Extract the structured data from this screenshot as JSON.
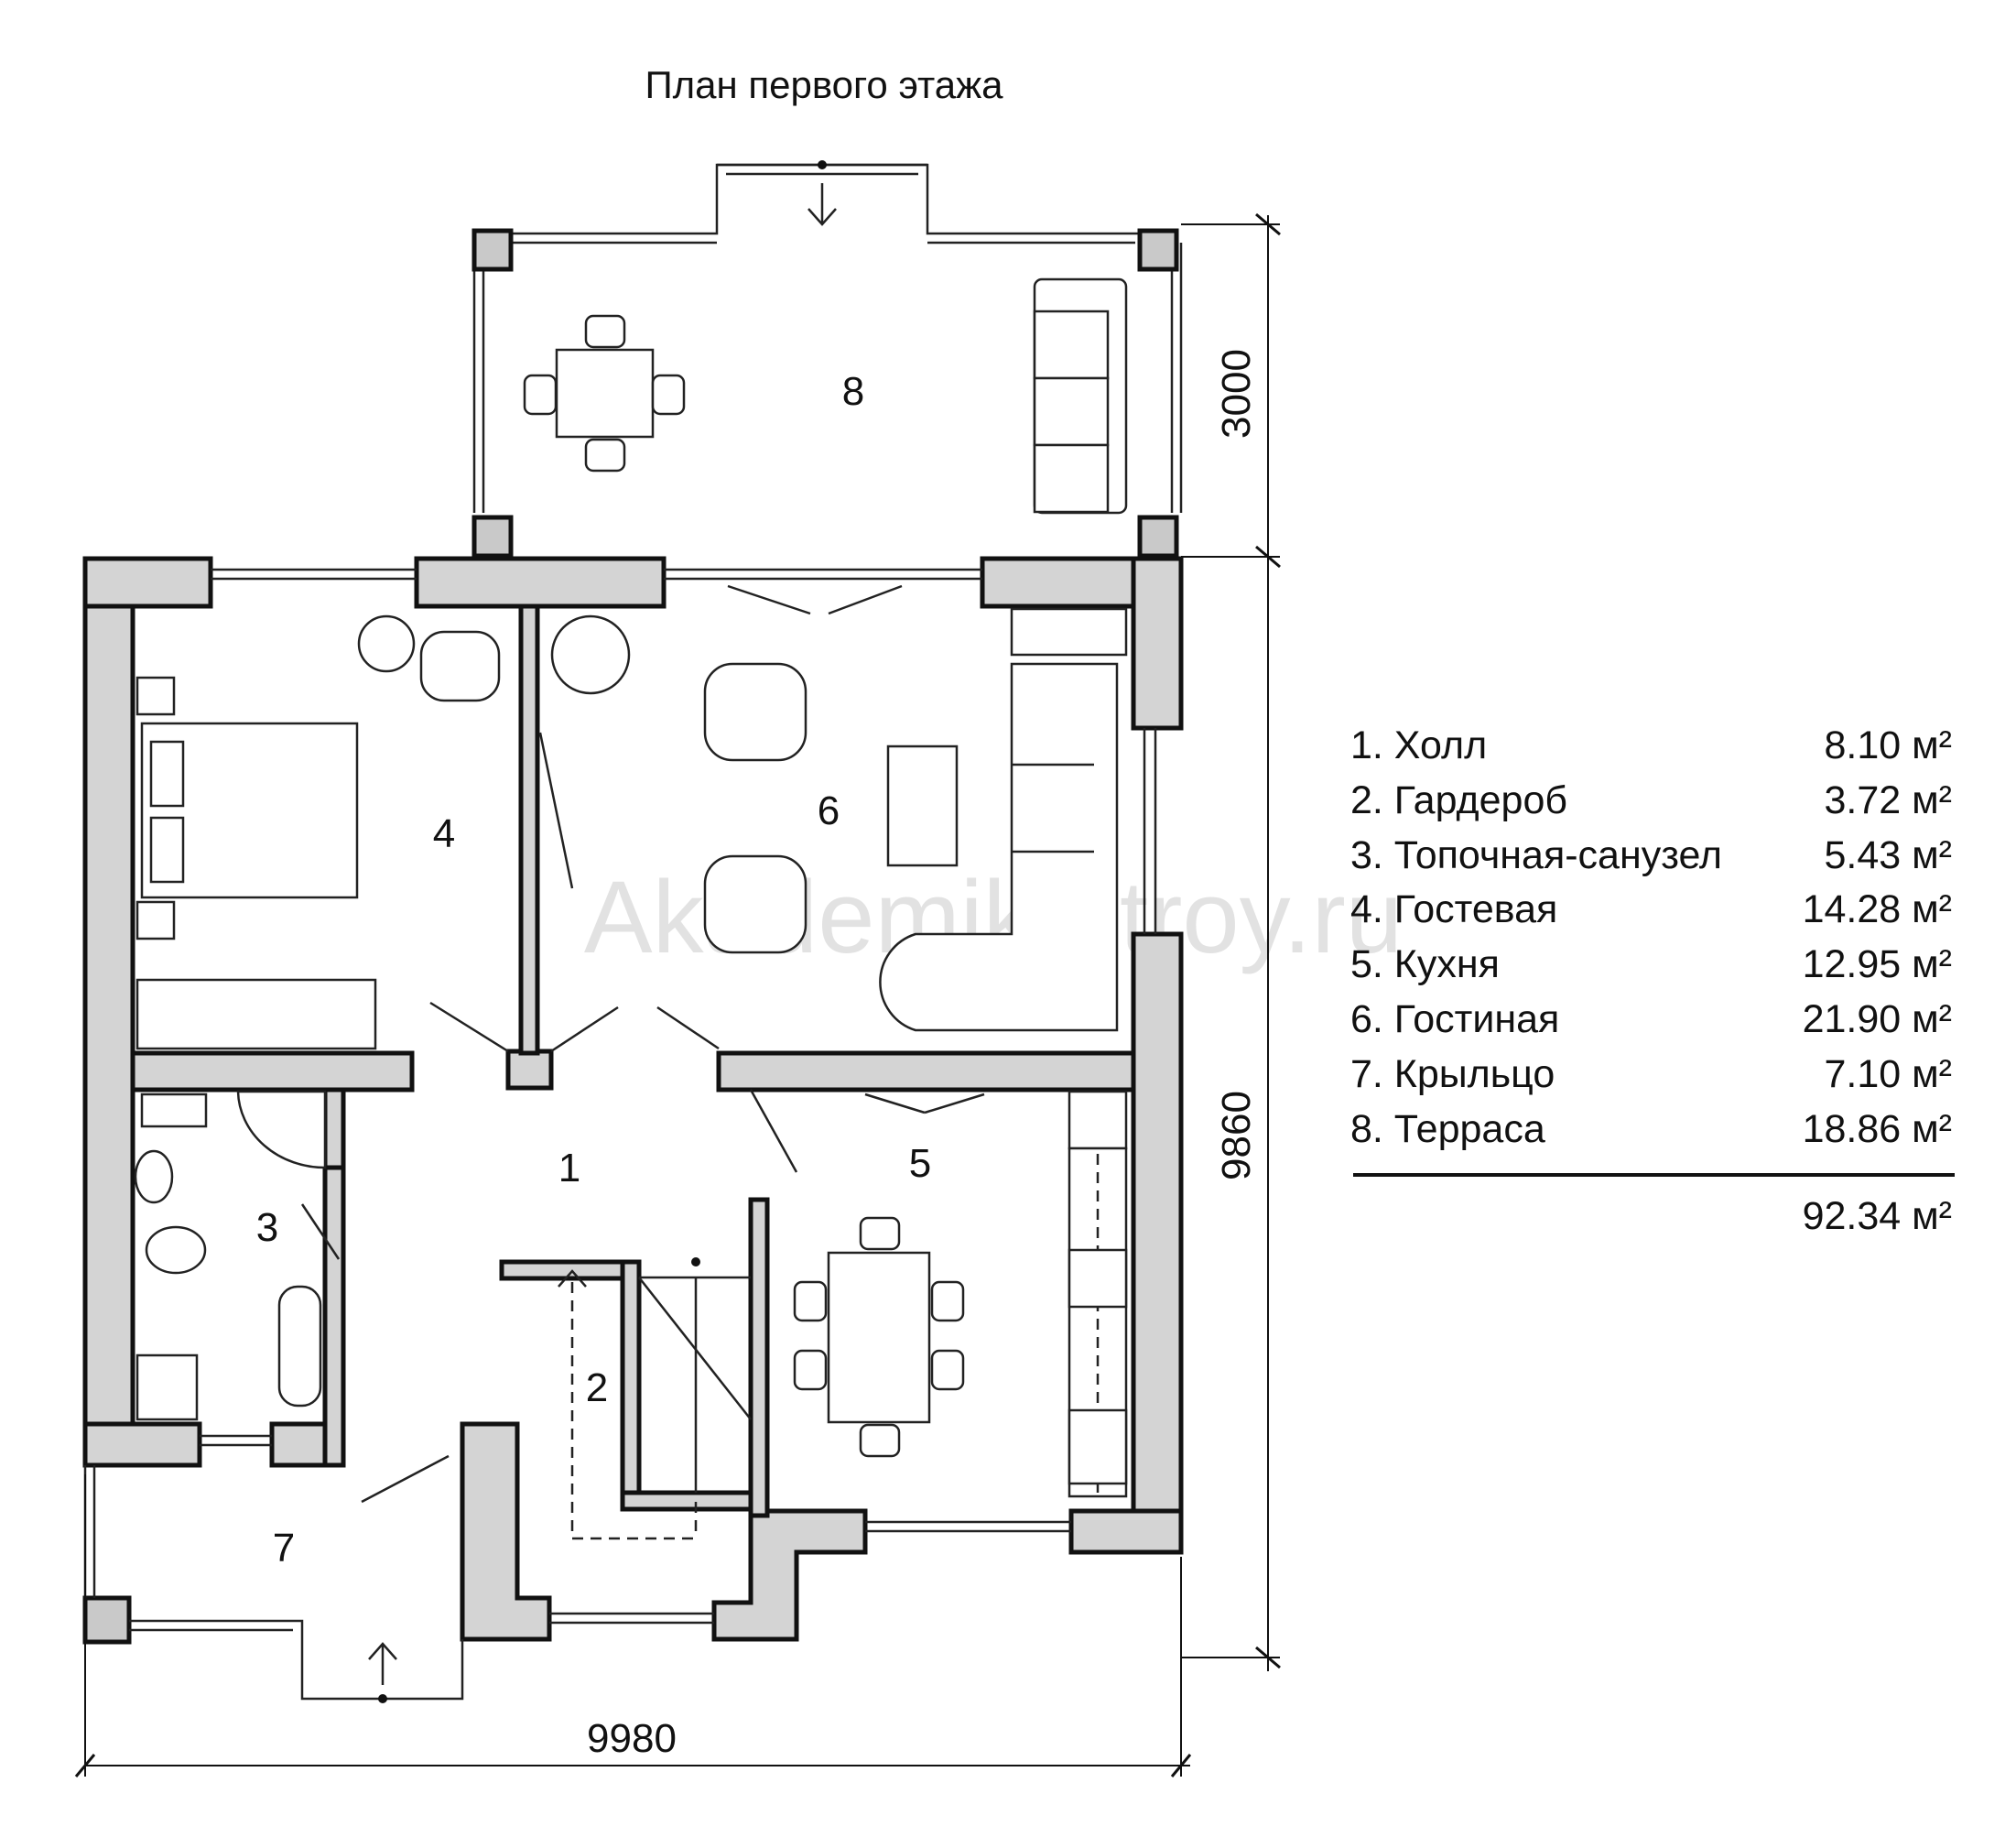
{
  "title": "План первого этажа",
  "watermark": "Akademik-stroy.ru",
  "dimensions": {
    "width_total": "9980",
    "depth_total": "9860",
    "terrace_depth": "3000"
  },
  "rooms": [
    {
      "num": "1",
      "name": "Холл",
      "area": "8.10 м²"
    },
    {
      "num": "2",
      "name": "Гардероб",
      "area": "3.72 м²"
    },
    {
      "num": "3",
      "name": "Топочная-санузел",
      "area": "5.43 м²"
    },
    {
      "num": "4",
      "name": "Гостевая",
      "area": "14.28 м²"
    },
    {
      "num": "5",
      "name": "Кухня",
      "area": "12.95 м²"
    },
    {
      "num": "6",
      "name": "Гостиная",
      "area": "21.90 м²"
    },
    {
      "num": "7",
      "name": "Крыльцо",
      "area": "7.10 м²"
    },
    {
      "num": "8",
      "name": "Терраса",
      "area": "18.86 м²"
    }
  ],
  "legend": [
    {
      "label": "1. Холл",
      "area": "8.10 м²"
    },
    {
      "label": "2. Гардероб",
      "area": "3.72 м²"
    },
    {
      "label": "3. Топочная-санузел",
      "area": "5.43 м²"
    },
    {
      "label": "4. Гостевая",
      "area": "14.28 м²"
    },
    {
      "label": "5. Кухня",
      "area": "12.95 м²"
    },
    {
      "label": "6. Гостиная",
      "area": "21.90 м²"
    },
    {
      "label": "7. Крыльцо",
      "area": "7.10 м²"
    },
    {
      "label": "8. Терраса",
      "area": "18.86 м²"
    }
  ],
  "total_area": "92.34 м²"
}
